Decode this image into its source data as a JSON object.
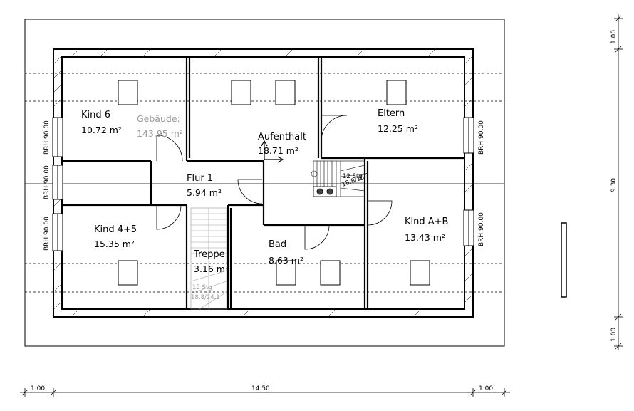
{
  "rooms": [
    {
      "name": "Kind 6",
      "area": "10.72 m²"
    },
    {
      "name": "Aufenthalt",
      "area": "18.71 m²"
    },
    {
      "name": "Eltern",
      "area": "12.25 m²"
    },
    {
      "name": "Flur 1",
      "area": "5.94 m²"
    },
    {
      "name": "Kind 4+5",
      "area": "15.35 m²"
    },
    {
      "name": "Treppe",
      "area": "3.16 m²"
    },
    {
      "name": "Bad",
      "area": "8.63 m²"
    },
    {
      "name": "Kind A+B",
      "area": "13.43 m²"
    }
  ],
  "building": {
    "label": "Gebäude:",
    "area": "143.95 m²"
  },
  "stair_notes": {
    "upper_steps": "12 Stg",
    "upper_ratio": "18.8/26.7",
    "lower_steps": "15 Stg",
    "lower_ratio": "18.8/24.1"
  },
  "window_labels": [
    "BRH 90.00",
    "BRH 90.00",
    "BRH 90.00",
    "BRH 90.00",
    "BRH 90.00"
  ],
  "dimensions": {
    "bottom": [
      "1.00",
      "14.50",
      "1.00"
    ],
    "right": [
      "1.00",
      "9.30",
      "1.00"
    ]
  }
}
